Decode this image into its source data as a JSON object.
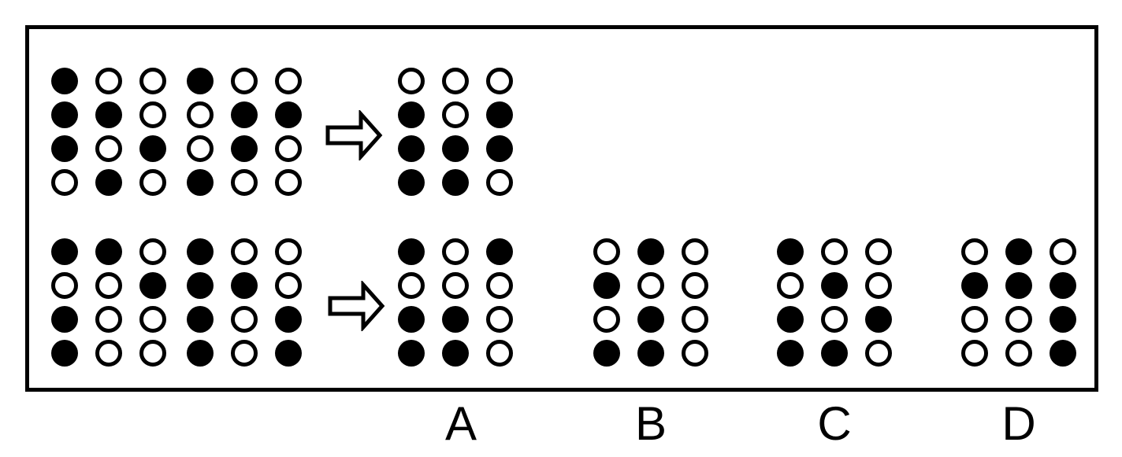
{
  "puzzle": {
    "type": "dot-matrix-transformation-puzzle",
    "colors": {
      "dot_filled": "#000000",
      "dot_stroke": "#000000",
      "dot_empty_fill": "#ffffff",
      "frame_border": "#000000",
      "background": "#ffffff"
    },
    "cell_legend": {
      "1": "filled-dot",
      "0": "empty-dot"
    },
    "example_row": {
      "input_grids": [
        {
          "name": "example-input-1",
          "cells": [
            [
              1,
              0,
              0
            ],
            [
              1,
              1,
              0
            ],
            [
              1,
              0,
              1
            ],
            [
              0,
              1,
              0
            ]
          ]
        },
        {
          "name": "example-input-2",
          "cells": [
            [
              1,
              0,
              0
            ],
            [
              0,
              1,
              1
            ],
            [
              0,
              1,
              0
            ],
            [
              1,
              0,
              0
            ]
          ]
        }
      ],
      "arrow_icon": "right-block-arrow",
      "result_grid": {
        "name": "example-result",
        "cells": [
          [
            0,
            0,
            0
          ],
          [
            1,
            0,
            1
          ],
          [
            1,
            1,
            1
          ],
          [
            1,
            1,
            0
          ]
        ]
      }
    },
    "question_row": {
      "input_grids": [
        {
          "name": "question-input-1",
          "cells": [
            [
              1,
              1,
              0
            ],
            [
              0,
              0,
              1
            ],
            [
              1,
              0,
              0
            ],
            [
              1,
              0,
              0
            ]
          ]
        },
        {
          "name": "question-input-2",
          "cells": [
            [
              1,
              0,
              0
            ],
            [
              1,
              1,
              0
            ],
            [
              1,
              0,
              1
            ],
            [
              1,
              0,
              1
            ]
          ]
        }
      ],
      "arrow_icon": "right-block-arrow",
      "options": [
        {
          "label": "A",
          "cells": [
            [
              1,
              0,
              1
            ],
            [
              0,
              0,
              0
            ],
            [
              1,
              1,
              0
            ],
            [
              1,
              1,
              0
            ]
          ]
        },
        {
          "label": "B",
          "cells": [
            [
              0,
              1,
              0
            ],
            [
              1,
              0,
              0
            ],
            [
              0,
              1,
              0
            ],
            [
              1,
              1,
              0
            ]
          ]
        },
        {
          "label": "C",
          "cells": [
            [
              1,
              0,
              0
            ],
            [
              0,
              1,
              0
            ],
            [
              1,
              0,
              1
            ],
            [
              1,
              1,
              0
            ]
          ]
        },
        {
          "label": "D",
          "cells": [
            [
              0,
              1,
              0
            ],
            [
              1,
              1,
              1
            ],
            [
              0,
              0,
              1
            ],
            [
              0,
              0,
              1
            ]
          ]
        }
      ]
    }
  }
}
